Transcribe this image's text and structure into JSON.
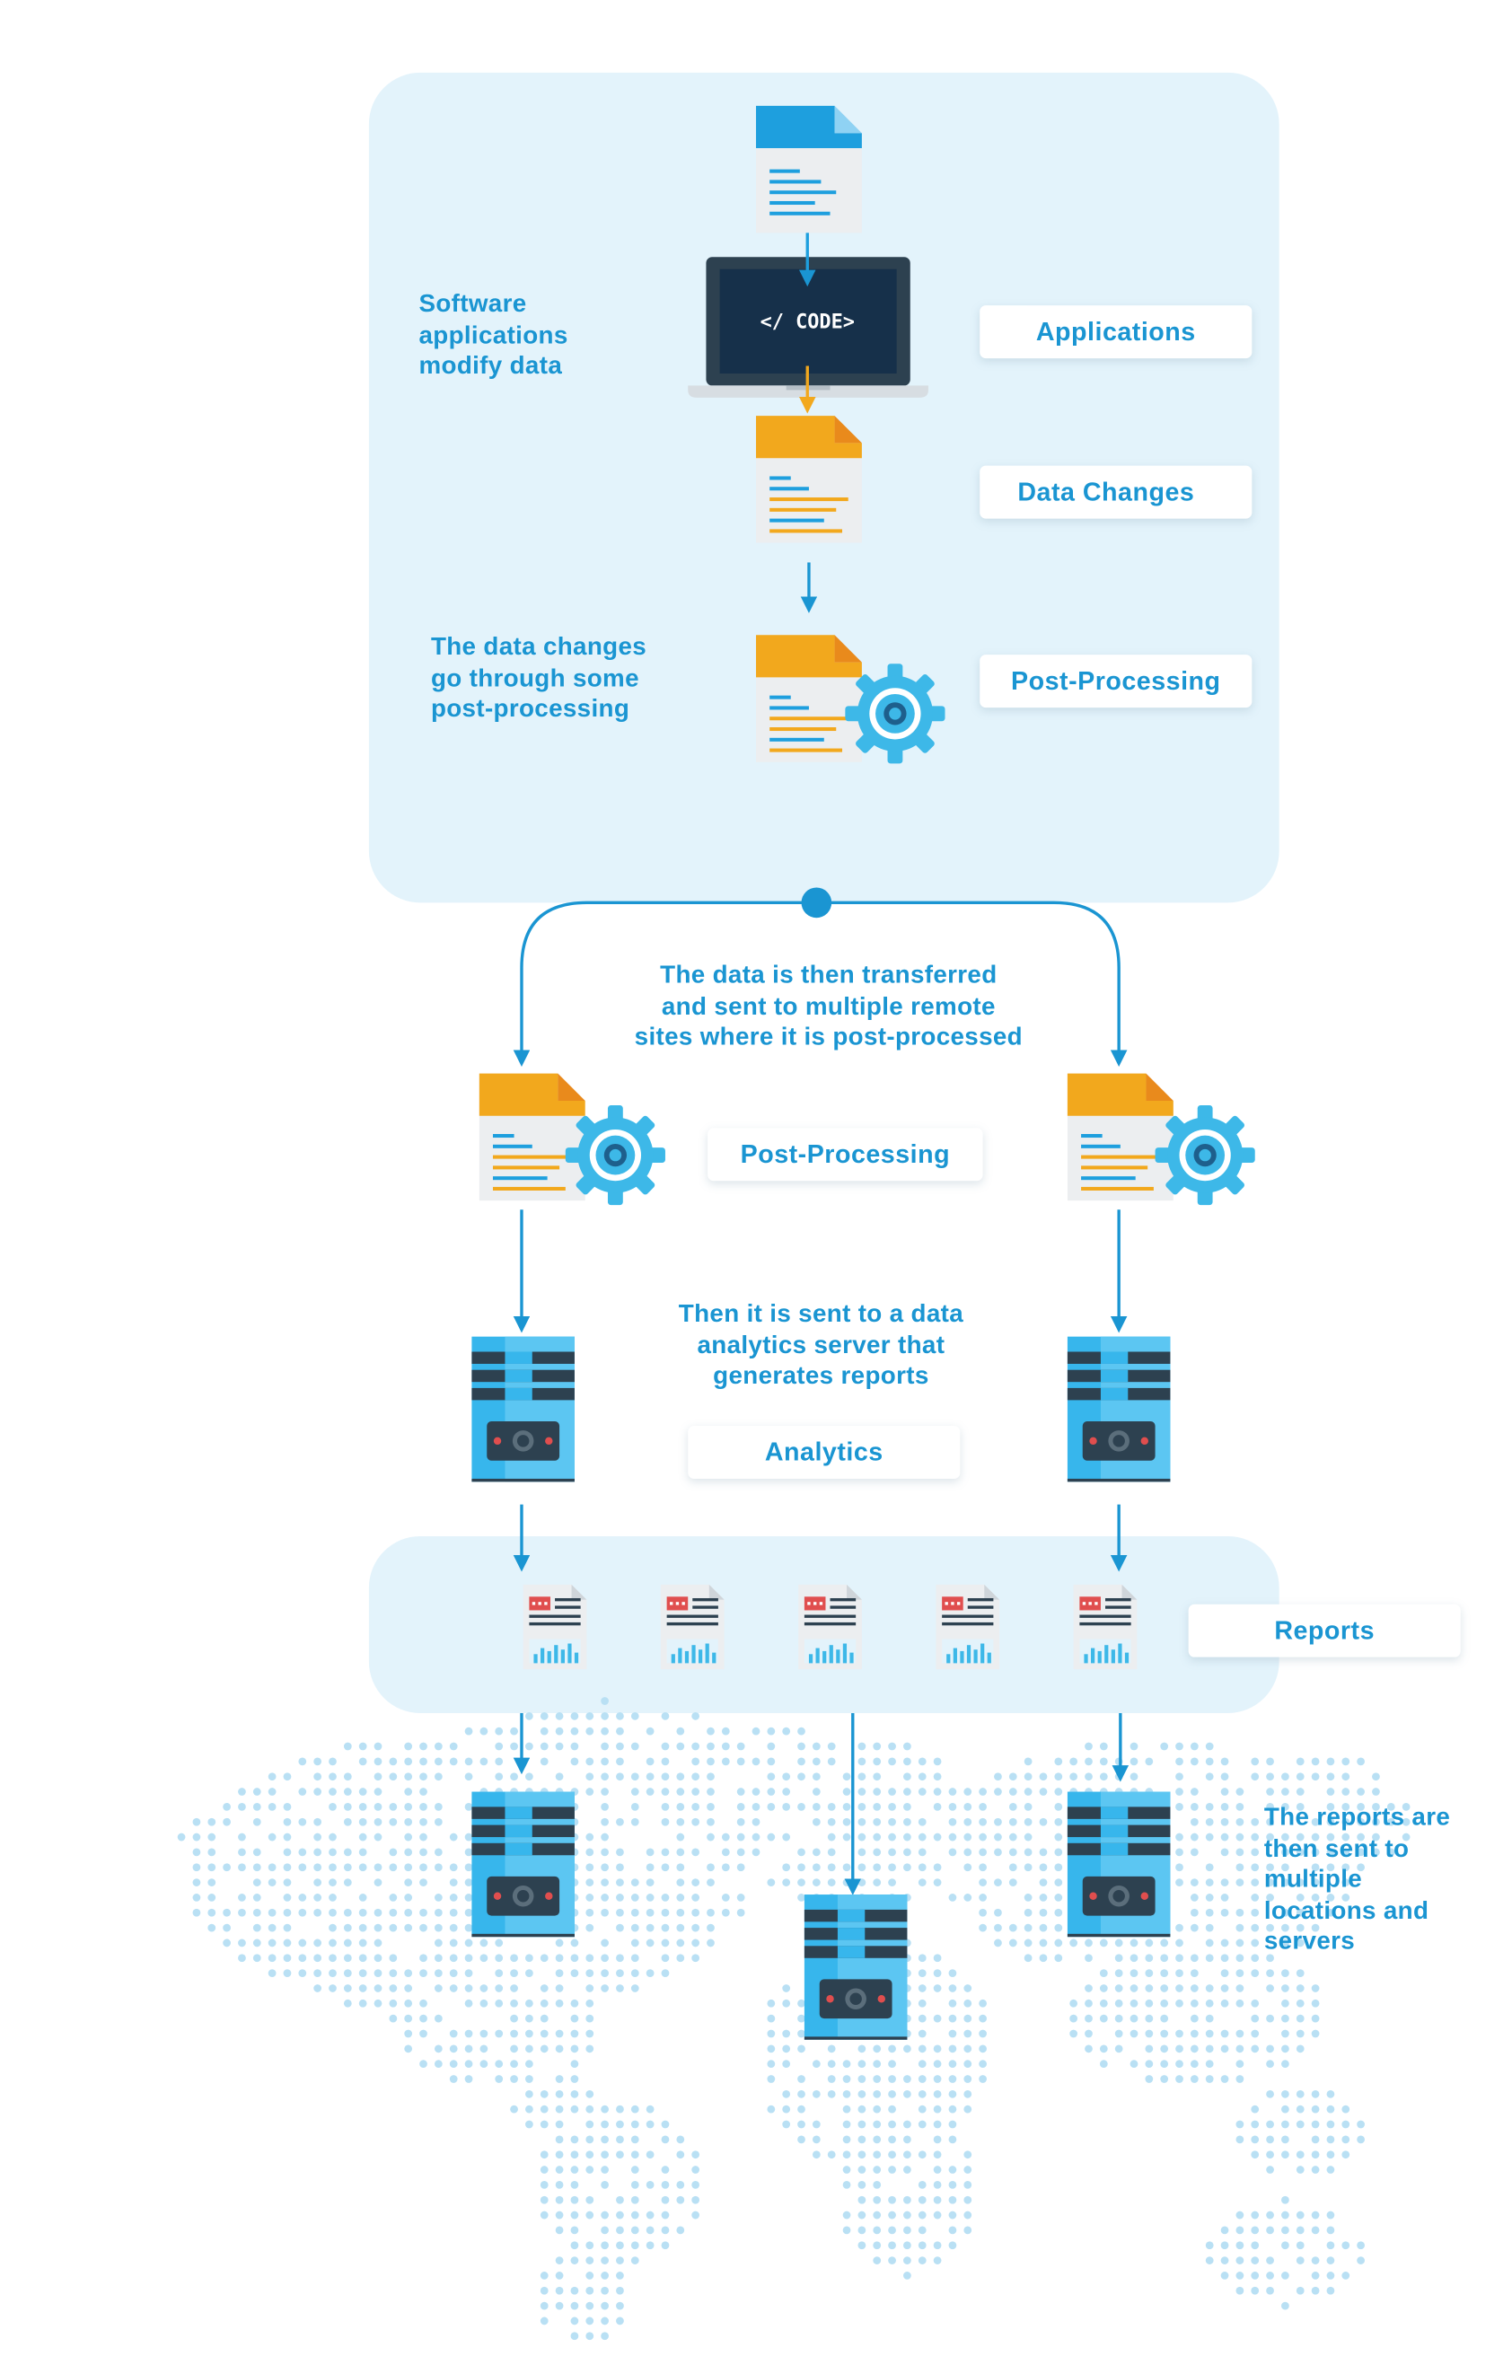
{
  "labels": {
    "applications": "Applications",
    "data_changes": "Data Changes",
    "post_processing_top": "Post-Processing",
    "post_processing_mid": "Post-Processing",
    "analytics": "Analytics",
    "reports": "Reports"
  },
  "notes": {
    "software": "Software\napplications\nmodify data",
    "changes": "The data changes\ngo through some\npost-processing",
    "transferred": "The data is then transferred\nand sent to multiple remote\nsites where it is post-processed",
    "analytics": "Then it is sent to a data\nanalytics server that\ngenerates reports",
    "reports": "The reports are\nthen sent to\nmultiple\nlocations and\nservers"
  },
  "laptop_screen_text": "</ CODE>",
  "colors": {
    "accent": "#1a95d2",
    "panel": "#e3f3fb",
    "doc_blue": "#1e9fde",
    "doc_orange": "#f2a81d",
    "gear": "#3db8e8",
    "server": "#37b6ec",
    "dots": "#b9e0f4"
  }
}
